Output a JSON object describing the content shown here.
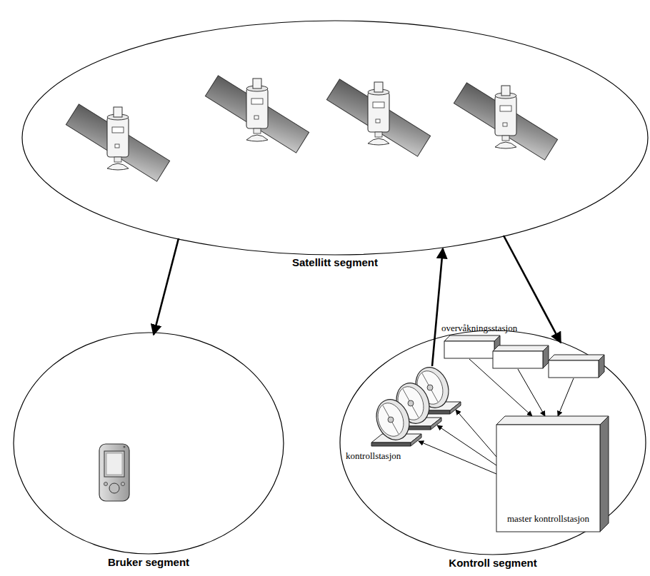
{
  "diagram": {
    "nodes": [
      {
        "text": [
          "Satellitt segment"
        ]
      },
      {
        "text": [
          "Bruker segment"
        ]
      },
      {
        "text": [
          "Kontroll segment"
        ]
      },
      {
        "text": [
          "kontrollstasjon"
        ],
        "in": 2
      },
      {
        "text": [
          "overvåkningsstasjon"
        ],
        "in": 2
      },
      {
        "text": [
          "master kontrollstasjon"
        ],
        "in": 2
      }
    ],
    "edges": [
      {
        "from": 0,
        "to": 1,
        "arrow": "to"
      },
      {
        "from": 3,
        "to": 0,
        "arrow": "to"
      },
      {
        "from": 0,
        "to": 2,
        "arrow": "to"
      },
      {
        "from": 4,
        "to": 5,
        "arrow": "to"
      },
      {
        "from": 5,
        "to": 3,
        "arrow": "to"
      }
    ]
  }
}
